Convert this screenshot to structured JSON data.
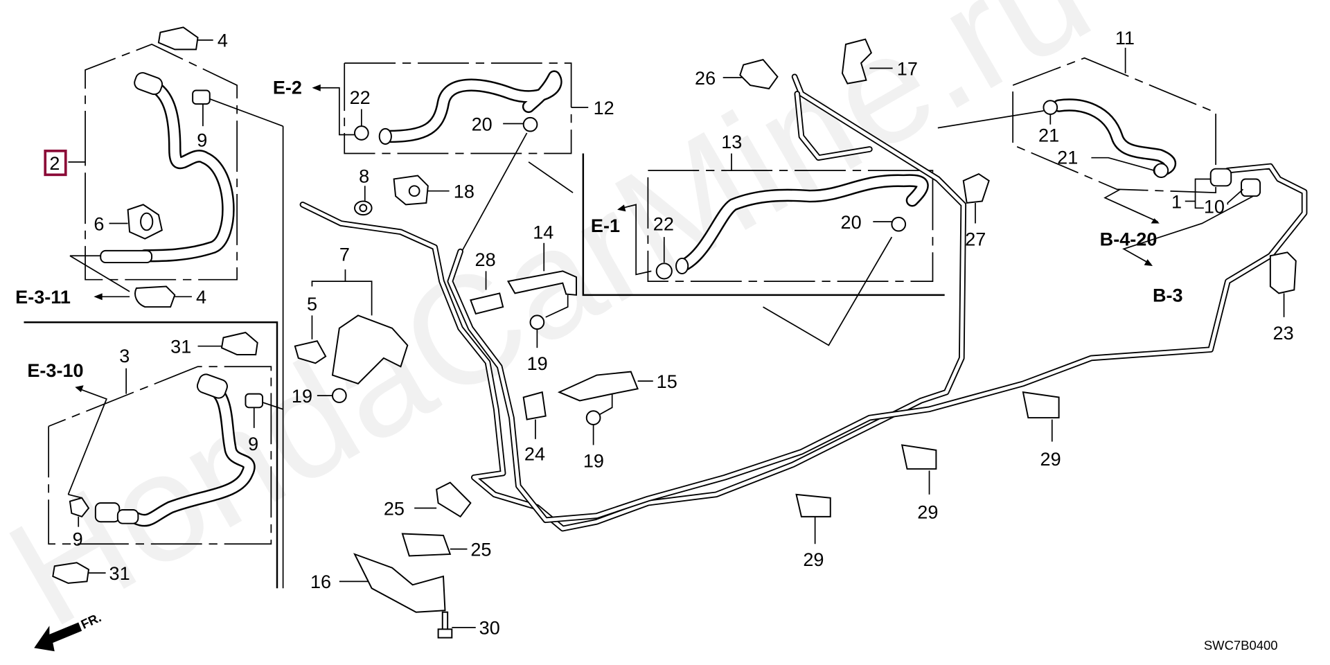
{
  "diagram": {
    "watermark": "HondaCarMine.ru",
    "diagram_code": "SWC7B0400",
    "front_indicator": "FR.",
    "highlighted_part": "2",
    "highlight_color": "#8b0a37",
    "references": {
      "e2": "E-2",
      "e1": "E-1",
      "e311": "E-3-11",
      "e310": "E-3-10",
      "b420": "B-4-20",
      "b3": "B-3"
    },
    "callouts": {
      "p1": "1",
      "p2": "2",
      "p3": "3",
      "p4a": "4",
      "p4b": "4",
      "p5": "5",
      "p6": "6",
      "p7": "7",
      "p8": "8",
      "p9a": "9",
      "p9b": "9",
      "p9c": "9",
      "p10": "10",
      "p11": "11",
      "p12": "12",
      "p13": "13",
      "p14": "14",
      "p15": "15",
      "p16": "16",
      "p17": "17",
      "p18": "18",
      "p19a": "19",
      "p19b": "19",
      "p19c": "19",
      "p20a": "20",
      "p20b": "20",
      "p21a": "21",
      "p21b": "21",
      "p22a": "22",
      "p22b": "22",
      "p23": "23",
      "p24": "24",
      "p25a": "25",
      "p25b": "25",
      "p26": "26",
      "p27": "27",
      "p28": "28",
      "p29a": "29",
      "p29b": "29",
      "p29c": "29",
      "p30": "30",
      "p31a": "31",
      "p31b": "31"
    }
  }
}
